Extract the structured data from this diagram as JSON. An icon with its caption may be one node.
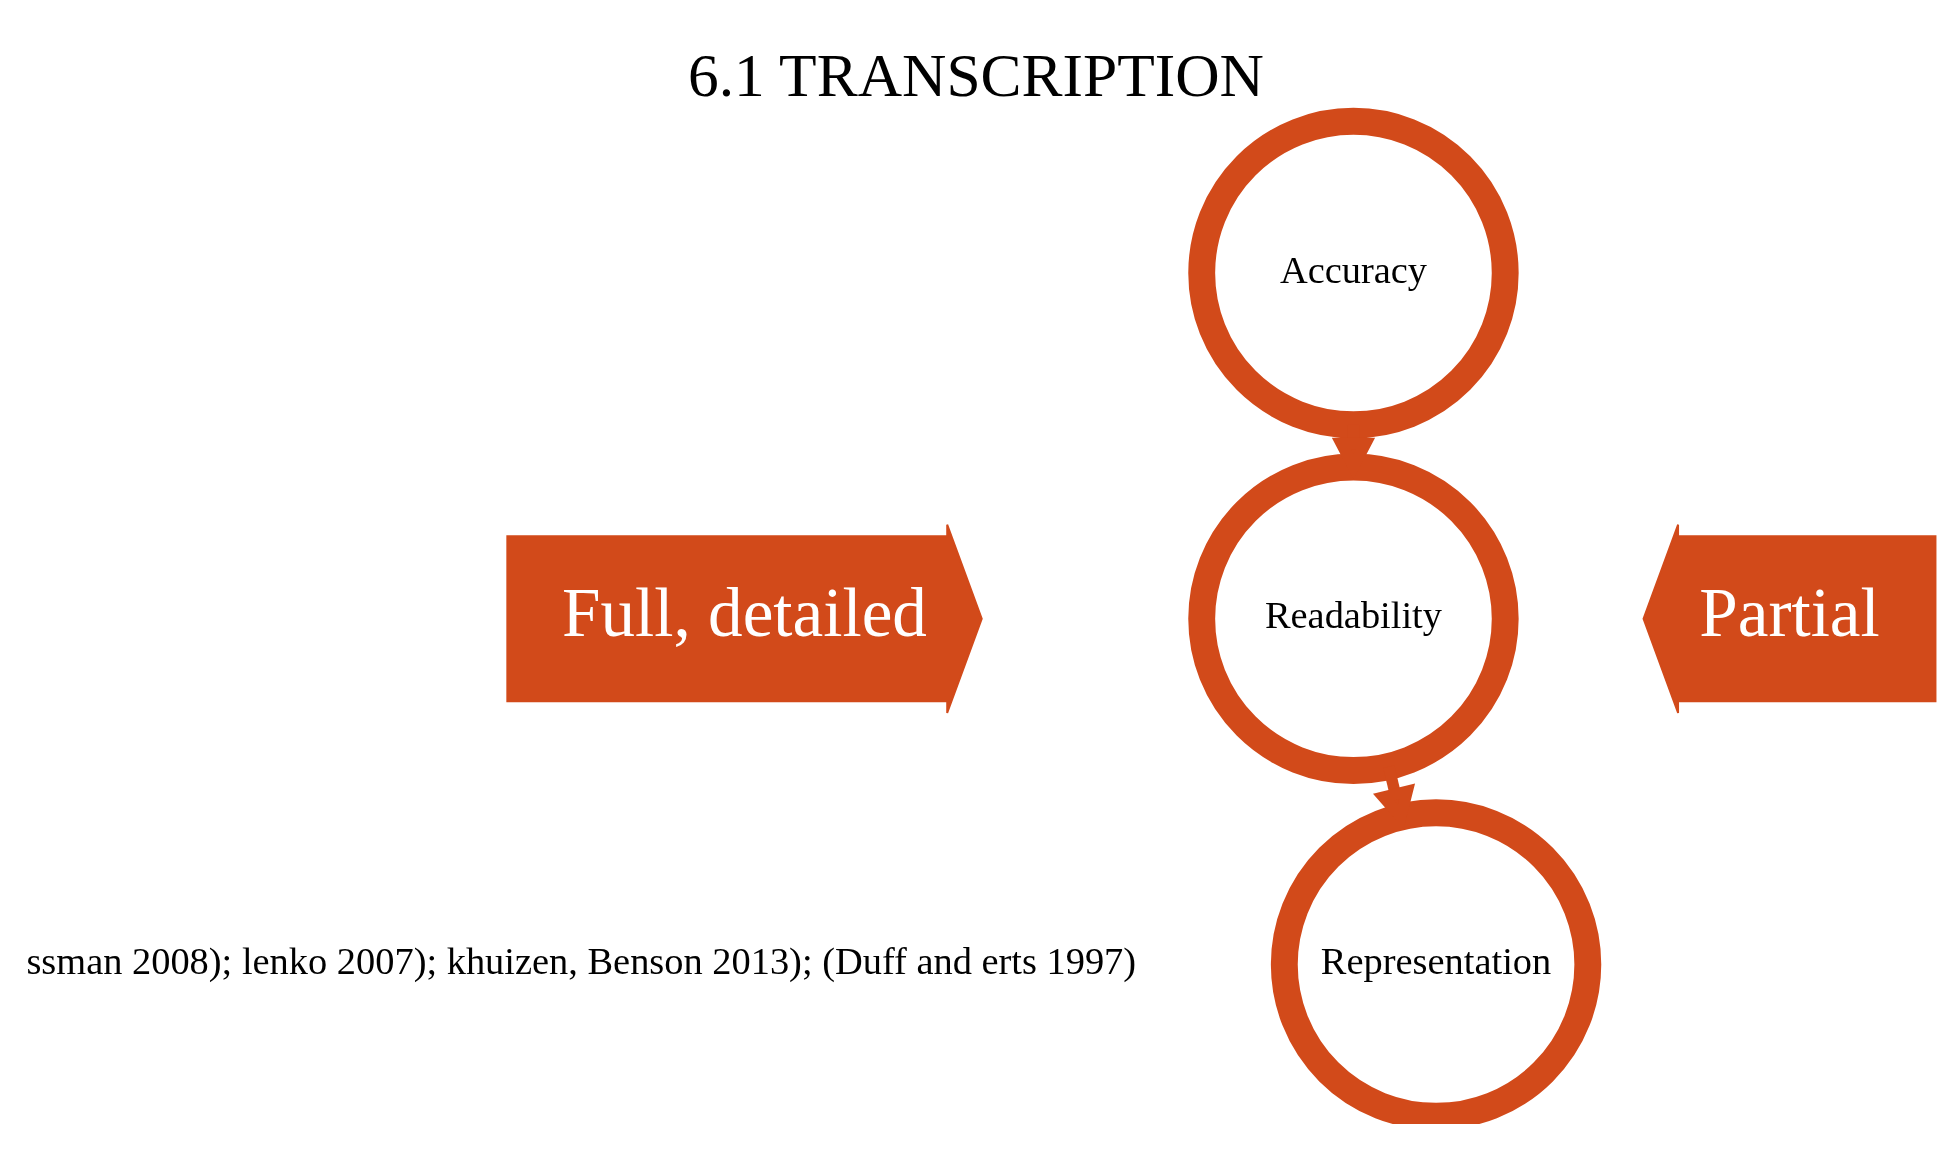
{
  "diagram": {
    "title": "6.1 TRANSCRIPTION",
    "nodes": [
      {
        "text": [
          "Full, detailed"
        ]
      },
      {
        "text": [
          "Accuracy"
        ]
      },
      {
        "text": [
          "Readability"
        ]
      },
      {
        "text": [
          "Representation"
        ]
      },
      {
        "text": [
          "Partial"
        ]
      }
    ],
    "edges": [
      {
        "from": 1,
        "to": 2,
        "arrow": "to"
      },
      {
        "from": 2,
        "to": 3,
        "arrow": "to"
      }
    ],
    "labels": [
      "ssman 2008); lenko 2007); khuizen, Benson 2013); (Duff and erts 1997)"
    ]
  }
}
